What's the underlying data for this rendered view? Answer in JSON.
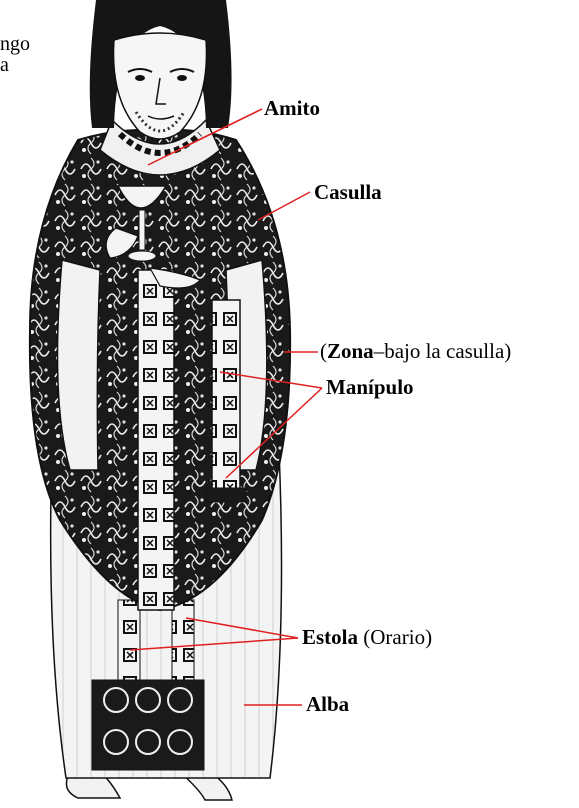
{
  "caption_fragment": [
    "ngo",
    "a"
  ],
  "labels": {
    "amito": "Amito",
    "casulla": "Casulla",
    "zona_open": "(",
    "zona": "Zona",
    "zona_note": "–bajo la casulla)",
    "manipulo": "Manípulo",
    "estola": "Estola",
    "estola_note": " (Orario)",
    "alba": "Alba"
  },
  "colors": {
    "leader_lines": "#e02020",
    "vestment_dark": "#1a1a1a",
    "vestment_light": "#f4f4f4",
    "ink": "#000000"
  },
  "figure": {
    "subject": "medieval priest in liturgical vestments holding a chalice",
    "icon": "priest-figure-illustration"
  }
}
